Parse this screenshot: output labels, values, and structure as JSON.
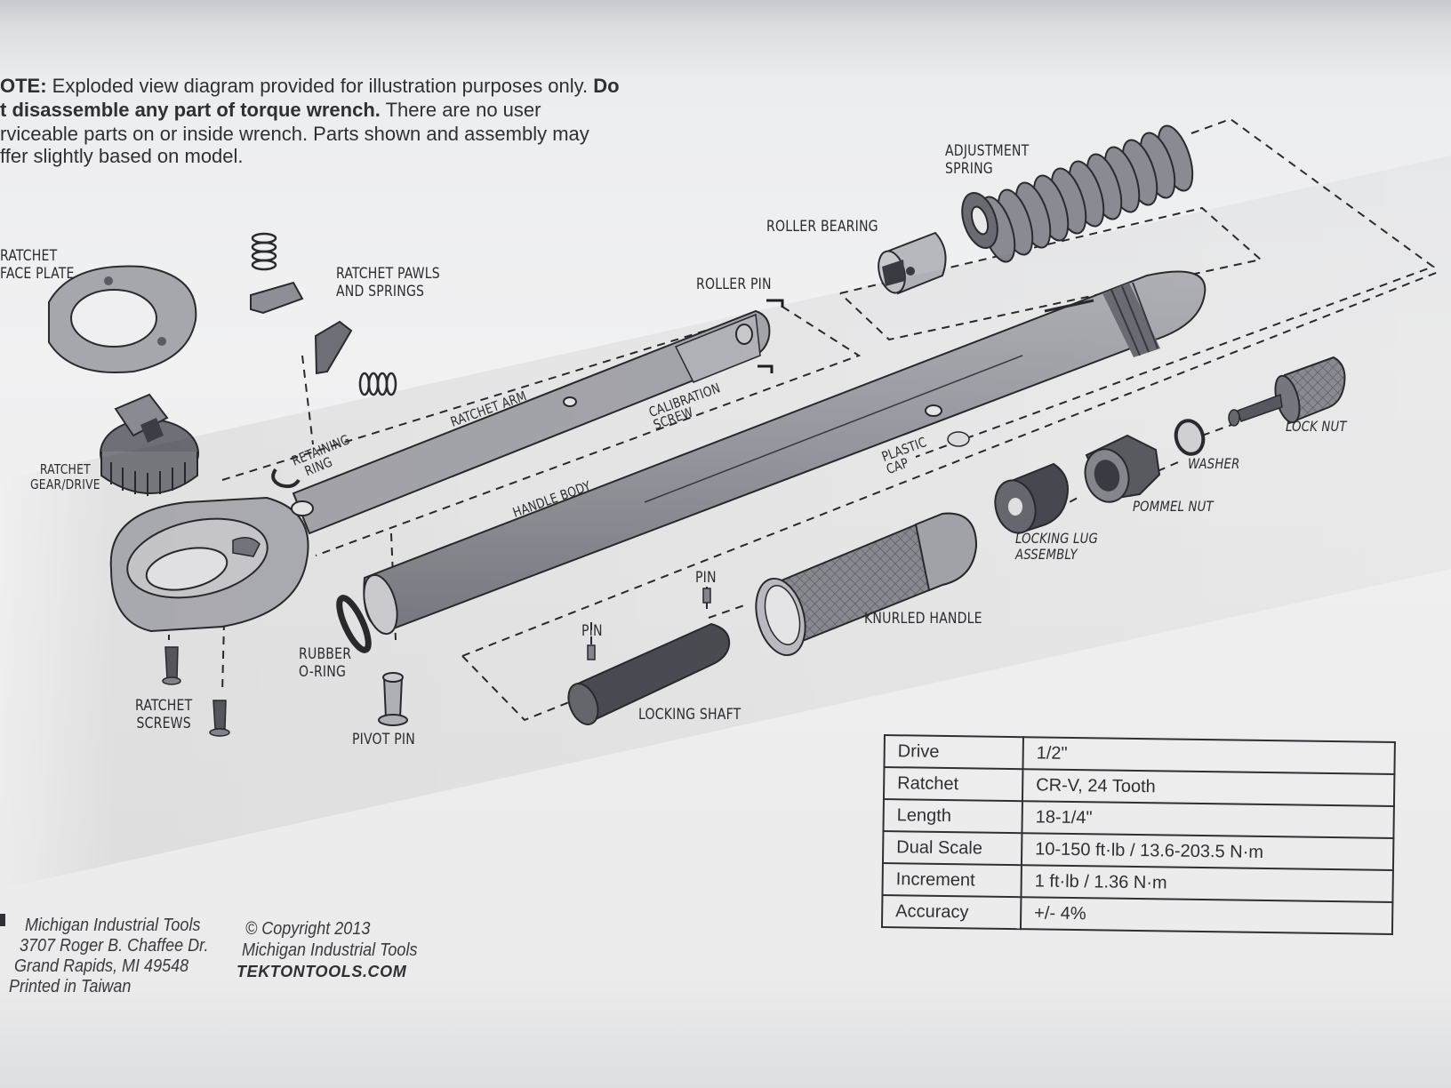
{
  "note": {
    "line1_bold": "OTE:",
    "line1_text": " Exploded view diagram provided for illustration purposes only. ",
    "line1_bold2": "Do",
    "line2_bold": "t disassemble any part of torque wrench.",
    "line2_text": " There are no user",
    "line3": "rviceable parts on or inside wrench. Parts shown and assembly may",
    "line4": "ffer slightly based on model."
  },
  "parts": {
    "ratchet_face_plate": [
      "RATCHET",
      "FACE PLATE"
    ],
    "ratchet_pawls": [
      "RATCHET PAWLS",
      "AND SPRINGS"
    ],
    "ratchet_gear": [
      "RATCHET",
      "GEAR/DRIVE"
    ],
    "retaining_ring": [
      "RETAINING",
      "RING"
    ],
    "ratchet_arm": "RATCHET ARM",
    "roller_pin": "ROLLER PIN",
    "calibration_screw": [
      "CALIBRATION",
      "SCREW"
    ],
    "roller_bearing": "ROLLER BEARING",
    "adjustment_spring": [
      "ADJUSTMENT",
      "SPRING"
    ],
    "handle_body": "HANDLE BODY",
    "plastic_cap": [
      "PLASTIC",
      "CAP"
    ],
    "lock_nut": "LOCK NUT",
    "washer": "WASHER",
    "pommel_nut": "POMMEL NUT",
    "locking_lug": [
      "LOCKING LUG",
      "ASSEMBLY"
    ],
    "knurled_handle": "KNURLED HANDLE",
    "pin_upper": "PIN",
    "pin_lower": "PIN",
    "locking_shaft": "LOCKING SHAFT",
    "rubber_oring": [
      "RUBBER",
      "O-RING"
    ],
    "pivot_pin": "PIVOT PIN",
    "ratchet_screws": [
      "RATCHET",
      "SCREWS"
    ]
  },
  "specs": [
    {
      "key": "Drive",
      "value": "1/2\""
    },
    {
      "key": "Ratchet",
      "value": "CR-V, 24 Tooth"
    },
    {
      "key": "Length",
      "value": "18-1/4\""
    },
    {
      "key": "Dual Scale",
      "value": "10-150 ft·lb / 13.6-203.5 N·m"
    },
    {
      "key": "Increment",
      "value": "1 ft·lb / 1.36 N·m"
    },
    {
      "key": "Accuracy",
      "value": "+/- 4%"
    }
  ],
  "footer": {
    "company": "Michigan Industrial Tools",
    "address": "3707 Roger B. Chaffee Dr.",
    "city": "Grand Rapids, MI 49548",
    "origin": "Printed in Taiwan",
    "copyright": "© Copyright 2013",
    "copyright_holder": "Michigan Industrial Tools",
    "website": "TEKTONTOOLS.COM"
  },
  "colors": {
    "paper": "#f0f0f1",
    "ink": "#2b2b2f",
    "part_fill": "#9a9aa2",
    "part_dark": "#5c5c64"
  }
}
